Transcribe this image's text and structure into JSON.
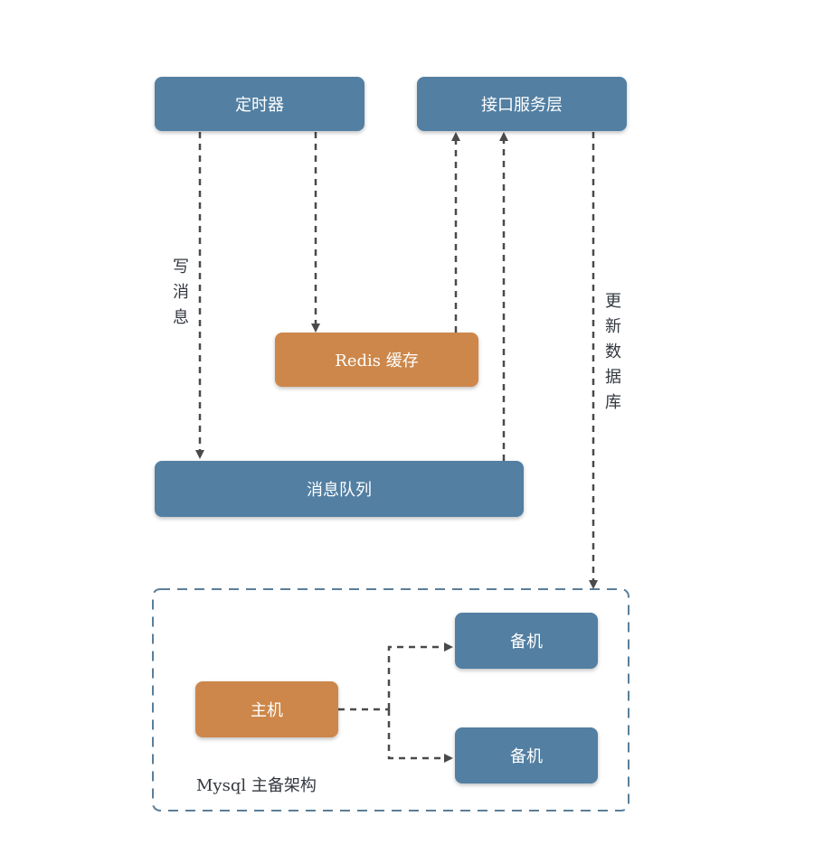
{
  "nodes": {
    "timer": "定时器",
    "api_layer": "接口服务层",
    "redis_cache": "Redis 缓存",
    "message_queue": "消息队列",
    "master": "主机",
    "standby_1": "备机",
    "standby_2": "备机"
  },
  "labels": {
    "write_message": "写消息",
    "update_database": "更新数据库",
    "mysql_cluster": "Mysql 主备架构"
  },
  "colors": {
    "blue_node": "#527fa2",
    "orange_node": "#cd874a",
    "connector": "#4a4a4a",
    "group_border": "#5a7e99"
  }
}
